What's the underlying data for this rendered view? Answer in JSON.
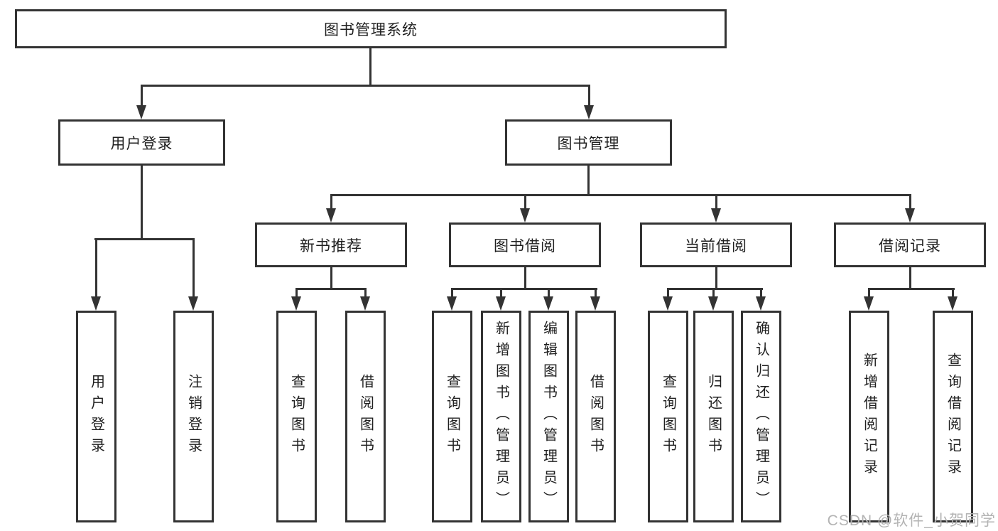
{
  "tree": {
    "root": {
      "label": "图书管理系统",
      "children": [
        {
          "label": "用户登录",
          "children": [
            {
              "label": "用户登录"
            },
            {
              "label": "注销登录"
            }
          ]
        },
        {
          "label": "图书管理",
          "children": [
            {
              "label": "新书推荐",
              "children": [
                {
                  "label": "查询图书"
                },
                {
                  "label": "借阅图书"
                }
              ]
            },
            {
              "label": "图书借阅",
              "children": [
                {
                  "label": "查询图书"
                },
                {
                  "label": "新增图书（管理员）"
                },
                {
                  "label": "编辑图书（管理员）"
                },
                {
                  "label": "借阅图书"
                }
              ]
            },
            {
              "label": "当前借阅",
              "children": [
                {
                  "label": "查询图书"
                },
                {
                  "label": "归还图书"
                },
                {
                  "label": "确认归还（管理员）"
                }
              ]
            },
            {
              "label": "借阅记录",
              "children": [
                {
                  "label": "新增借阅记录"
                },
                {
                  "label": "查询借阅记录"
                }
              ]
            }
          ]
        }
      ]
    }
  },
  "watermark": "CSDN @软件_小贺同学",
  "colors": {
    "line": "#333333",
    "text": "#1f1f1f",
    "watermark": "#b3b3b3",
    "background": "#ffffff"
  }
}
